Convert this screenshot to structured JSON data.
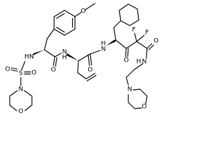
{
  "atoms": {
    "methoxy": "O",
    "nh_sulfonyl": "HN",
    "sulfur": "S",
    "sulfonyl_o_left": "O",
    "sulfonyl_o_right": "O",
    "n_sulfonamide": "N",
    "o_morpholine_left": "O",
    "carbonyl_o_tyr": "O",
    "nh_allylgly": "N",
    "h_allylgly": "H",
    "carbonyl_o_allylgly": "O",
    "nh_cyclohexyl": "N",
    "h_cyclohexyl": "H",
    "ketone_o": "O",
    "fluoro_top": "F",
    "fluoro_side": "F",
    "amide_o": "O",
    "nh_amide": "N",
    "h_amide": "H",
    "n_morpholine_right": "N",
    "o_morpholine_right": "O"
  }
}
